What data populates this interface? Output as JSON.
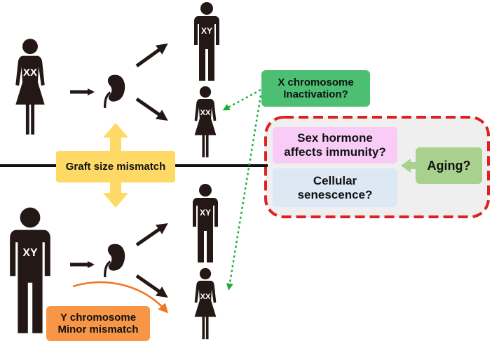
{
  "figures": {
    "donor_female": "XX",
    "donor_male": "XY",
    "recipient_male_top": "XY",
    "recipient_female_top": "XX",
    "recipient_male_bottom": "XY",
    "recipient_female_bottom": "XX"
  },
  "labels": {
    "graft_size": "Graft size mismatch",
    "x_inactivation": [
      "X chromosome",
      "Inactivation?"
    ],
    "y_minor": [
      "Y chromosome",
      "Minor mismatch"
    ],
    "sex_hormone": [
      "Sex hormone",
      "affects immunity?"
    ],
    "senescence": [
      "Cellular",
      "senescence?"
    ],
    "aging": "Aging?"
  },
  "colors": {
    "figure": "#231815",
    "graft_box": "#ffd966",
    "graft_arrow": "#ffd966",
    "x_box": "#4cbf72",
    "y_box": "#f79646",
    "y_arrow": "#ee7722",
    "hormone_box": "#f8ccf7",
    "senescence_box": "#dce9f5",
    "aging_box": "#a9d18e",
    "aging_arrow": "#a9d18e",
    "dashed_border": "#e02020",
    "dashed_bg": "#efefef",
    "dotted_arrow": "#1aaf3a"
  },
  "icons": [
    "female-figure-icon",
    "male-figure-icon",
    "kidney-icon",
    "arrow-icon"
  ]
}
